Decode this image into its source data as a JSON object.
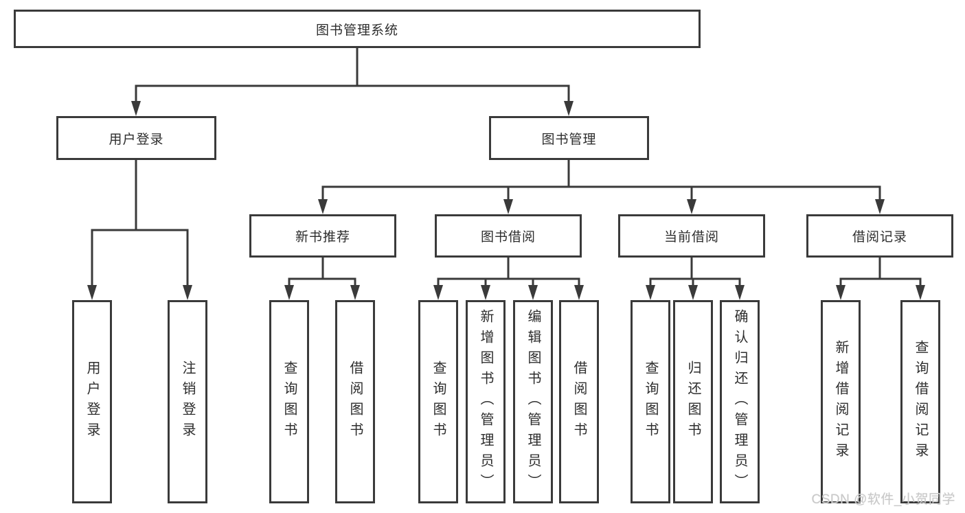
{
  "diagram": {
    "root": {
      "label": "图书管理系统"
    },
    "level2": [
      {
        "label": "用户登录"
      },
      {
        "label": "图书管理"
      }
    ],
    "level3": [
      {
        "label": "新书推荐"
      },
      {
        "label": "图书借阅"
      },
      {
        "label": "当前借阅"
      },
      {
        "label": "借阅记录"
      }
    ],
    "leaves": [
      {
        "label": "用户登录"
      },
      {
        "label": "注销登录"
      },
      {
        "label": "查询图书"
      },
      {
        "label": "借阅图书"
      },
      {
        "label": "查询图书"
      },
      {
        "label": "新增图书（管理员）"
      },
      {
        "label": "编辑图书（管理员）"
      },
      {
        "label": "借阅图书"
      },
      {
        "label": "查询图书"
      },
      {
        "label": "归还图书"
      },
      {
        "label": "确认归还（管理员）"
      },
      {
        "label": "新增借阅记录"
      },
      {
        "label": "查询借阅记录"
      }
    ]
  },
  "watermark": {
    "text": "CSDN @软件_小贺同学"
  },
  "colors": {
    "line": "#3a3a3a",
    "text": "#2d2d2d",
    "watermark": "#c9c9c9",
    "background": "#ffffff"
  }
}
